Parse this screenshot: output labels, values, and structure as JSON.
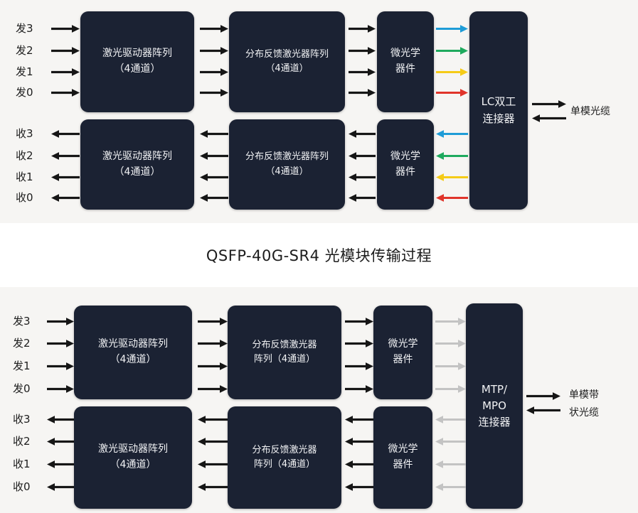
{
  "title": "QSFP-40G-SR4 光模块传输过程",
  "colors": {
    "panel_bg": "#f6f5f3",
    "block_bg": "#1b2233",
    "block_text": "#f2f3f5",
    "arrow_black": "#161616",
    "arrow_gray": "#c3c3c3",
    "lane_blue": "#1e9cd7",
    "lane_green": "#1faa5e",
    "lane_yellow": "#f5cb17",
    "lane_red": "#e0342a"
  },
  "top_diagram": {
    "tx_port_labels": [
      "发3",
      "发2",
      "发1",
      "发0"
    ],
    "rx_port_labels": [
      "收3",
      "收2",
      "收1",
      "收0"
    ],
    "blocks": {
      "driver_tx": {
        "lines": [
          "激光驱动器阵列",
          "（4通道）"
        ]
      },
      "driver_rx": {
        "lines": [
          "激光驱动器阵列",
          "（4通道）"
        ]
      },
      "dfb_tx": {
        "lines": [
          "分布反馈激光器阵列",
          "（4通道）"
        ]
      },
      "dfb_rx": {
        "lines": [
          "分布反馈激光器阵列",
          "（4通道）"
        ]
      },
      "optics_tx": {
        "lines": [
          "微光学",
          "器件"
        ]
      },
      "optics_rx": {
        "lines": [
          "微光学",
          "器件"
        ]
      },
      "connector": {
        "lines": [
          "LC双工",
          "连接器"
        ]
      }
    },
    "lane_colors": [
      "#1e9cd7",
      "#1faa5e",
      "#f5cb17",
      "#e0342a"
    ],
    "cable_label_lines": [
      "单模光缆"
    ]
  },
  "bottom_diagram": {
    "tx_port_labels": [
      "发3",
      "发2",
      "发1",
      "发0"
    ],
    "rx_port_labels": [
      "收3",
      "收2",
      "收1",
      "收0"
    ],
    "blocks": {
      "driver_tx": {
        "lines": [
          "激光驱动器阵列",
          "（4通道）"
        ]
      },
      "driver_rx": {
        "lines": [
          "激光驱动器阵列",
          "（4通道）"
        ]
      },
      "dfb_tx": {
        "lines": [
          "分布反馈激光器",
          "阵列（4通道）"
        ]
      },
      "dfb_rx": {
        "lines": [
          "分布反馈激光器",
          "阵列（4通道）"
        ]
      },
      "optics_tx": {
        "lines": [
          "微光学",
          "器件"
        ]
      },
      "optics_rx": {
        "lines": [
          "微光学",
          "器件"
        ]
      },
      "connector": {
        "lines": [
          "MTP/",
          "MPO",
          "连接器"
        ]
      }
    },
    "lane_colors": [
      "#c3c3c3",
      "#c3c3c3",
      "#c3c3c3",
      "#c3c3c3"
    ],
    "cable_label_lines": [
      "单模带",
      "状光缆"
    ]
  }
}
